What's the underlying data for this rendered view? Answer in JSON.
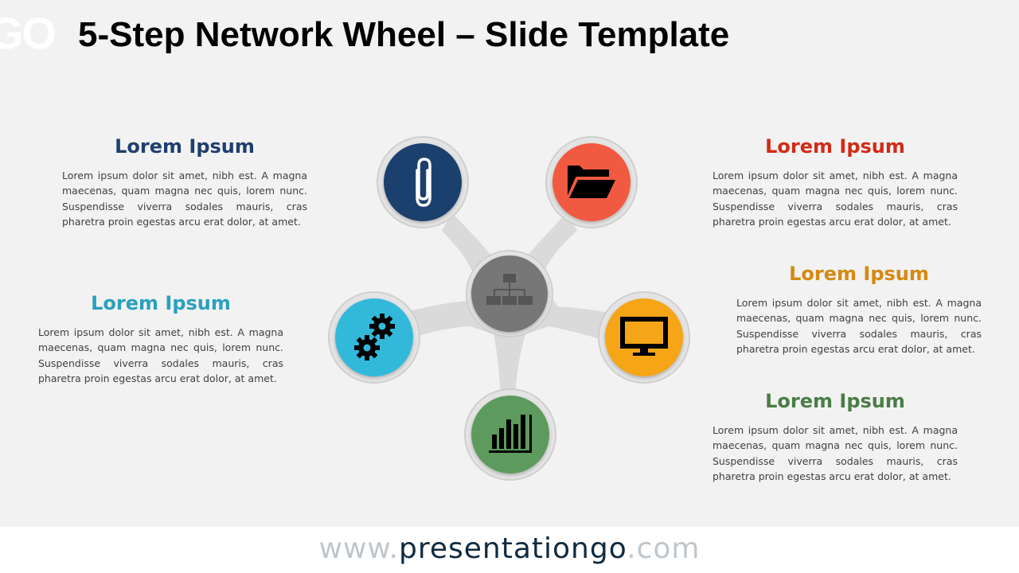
{
  "header": {
    "logo_text": "GO",
    "title": "5-Step Network Wheel – Slide Template"
  },
  "colors": {
    "navy": "#1f3f6e",
    "red": "#f05a40",
    "cyan": "#31b9d9",
    "orange": "#f5a518",
    "green": "#5d9a5d",
    "gray": "#777777"
  },
  "blocks": {
    "top_left": {
      "heading": "Lorem Ipsum",
      "color": "#1f3f6e",
      "text": "Lorem ipsum dolor sit amet, nibh est. A magna maecenas, quam magna nec quis, lorem nunc. Suspendisse viverra sodales mauris, cras pharetra proin egestas arcu erat dolor, at amet."
    },
    "mid_left": {
      "heading": "Lorem Ipsum",
      "color": "#2aa0be",
      "text": "Lorem ipsum dolor sit amet, nibh est. A magna maecenas, quam magna nec quis, lorem nunc. Suspendisse viverra sodales mauris, cras pharetra proin egestas arcu erat dolor, at amet."
    },
    "top_right": {
      "heading": "Lorem Ipsum",
      "color": "#d22b16",
      "text": "Lorem ipsum dolor sit amet, nibh est. A magna maecenas, quam magna nec quis, lorem nunc. Suspendisse viverra sodales mauris, cras pharetra proin egestas arcu erat dolor, at amet."
    },
    "mid_right": {
      "heading": "Lorem Ipsum",
      "color": "#d68910",
      "text": "Lorem ipsum dolor sit amet, nibh est. A magna maecenas, quam magna nec quis, lorem nunc. Suspendisse viverra sodales mauris, cras pharetra proin egestas arcu erat dolor, at amet."
    },
    "bottom_right": {
      "heading": "Lorem Ipsum",
      "color": "#4a7d46",
      "text": "Lorem ipsum dolor sit amet, nibh est. A magna maecenas, quam magna nec quis, lorem nunc. Suspendisse viverra sodales mauris, cras pharetra proin egestas arcu erat dolor, at amet."
    }
  },
  "wheel": {
    "center_icon": "org-chart-icon",
    "nodes": [
      {
        "icon": "paperclip-icon",
        "color": "#1f3f6e"
      },
      {
        "icon": "folder-icon",
        "color": "#f05a40"
      },
      {
        "icon": "gears-icon",
        "color": "#31b9d9"
      },
      {
        "icon": "monitor-icon",
        "color": "#f5a518"
      },
      {
        "icon": "bar-chart-icon",
        "color": "#5d9a5d"
      }
    ]
  },
  "footer": {
    "prefix": "www.",
    "brand": "presentationgo",
    "suffix": ".com"
  }
}
